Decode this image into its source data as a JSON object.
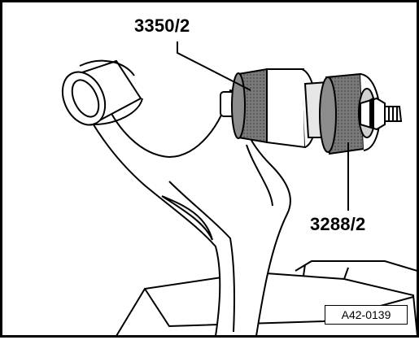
{
  "labels": {
    "tool_a": "3350/2",
    "tool_b": "3288/2",
    "figure_ref": "A42-0139"
  },
  "colors": {
    "outline": "#000000",
    "bushing_dark": "#5a5a5a",
    "bushing_mid": "#8c8c8c",
    "shaft_light": "#e6e6e6",
    "background": "#ffffff"
  }
}
